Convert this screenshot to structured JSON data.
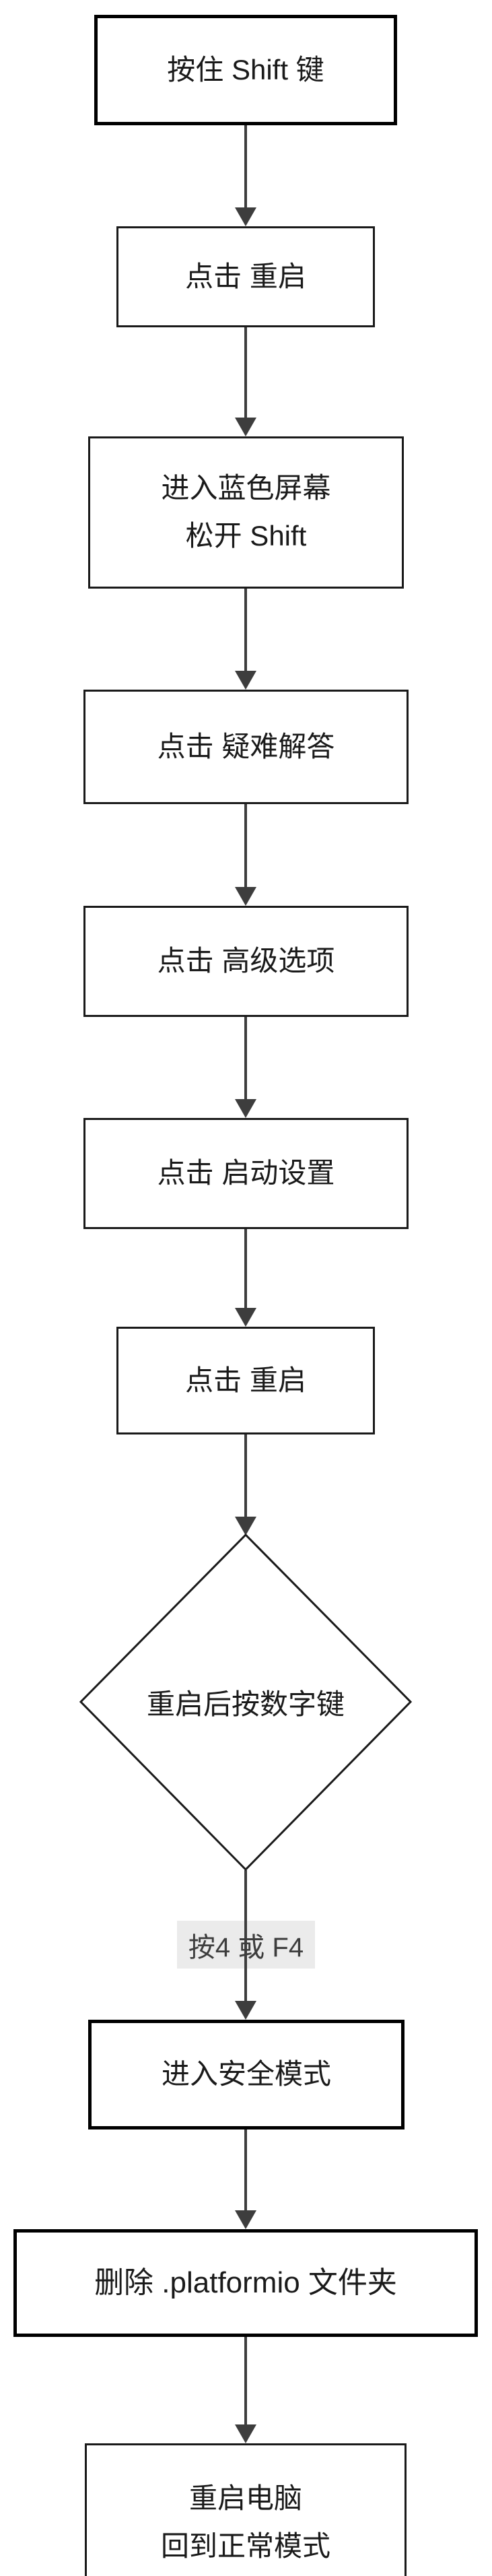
{
  "flowchart": {
    "nodes": [
      {
        "id": "hold-shift",
        "type": "process-bold",
        "lines": [
          "按住 Shift 键"
        ]
      },
      {
        "id": "click-restart-1",
        "type": "process",
        "lines": [
          "点击 重启"
        ]
      },
      {
        "id": "blue-screen",
        "type": "process",
        "lines": [
          "进入蓝色屏幕",
          "松开 Shift"
        ]
      },
      {
        "id": "troubleshoot",
        "type": "process",
        "lines": [
          "点击 疑难解答"
        ]
      },
      {
        "id": "advanced-options",
        "type": "process",
        "lines": [
          "点击 高级选项"
        ]
      },
      {
        "id": "startup-settings",
        "type": "process",
        "lines": [
          "点击 启动设置"
        ]
      },
      {
        "id": "click-restart-2",
        "type": "process",
        "lines": [
          "点击 重启"
        ]
      },
      {
        "id": "press-number-key",
        "type": "decision",
        "lines": [
          "重启后按数字键"
        ]
      },
      {
        "id": "safe-mode",
        "type": "process-bold",
        "lines": [
          "进入安全模式"
        ]
      },
      {
        "id": "delete-platformio",
        "type": "process-bold",
        "lines": [
          "删除 .platformio 文件夹"
        ]
      },
      {
        "id": "restart-normal",
        "type": "process",
        "lines": [
          "重启电脑",
          "回到正常模式"
        ]
      }
    ],
    "edge_label": "按4 或 F4",
    "colors": {
      "background": "#ffffff",
      "border_bold": "#000000",
      "border_thin": "#1a1a1a",
      "arrow": "#3d3d3d",
      "edge_label_background": "#ebebeb",
      "edge_label_text": "#3d3d3d",
      "text": "#1a1a1a"
    }
  }
}
